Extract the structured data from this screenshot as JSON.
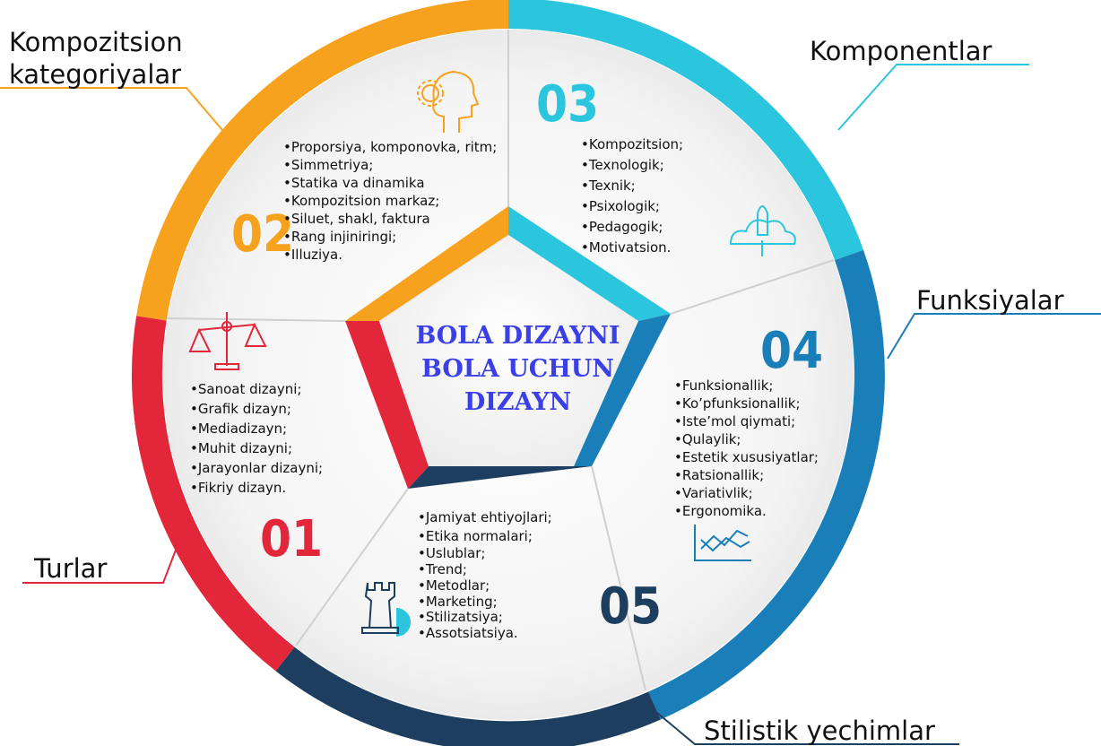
{
  "center": {
    "line1": "BOLA DIZAYNI",
    "line2": "BOLA UCHUN",
    "line3": "DIZAYN"
  },
  "external_labels": {
    "kompozitsion_line1": "Kompozitsion",
    "kompozitsion_line2": "kategoriyalar",
    "komponentlar": "Komponentlar",
    "funksiyalar": "Funksiyalar",
    "turlar": "Turlar",
    "stilistik": "Stilistik yechimlar"
  },
  "sections": {
    "s01": {
      "number": "01",
      "color": "#e2273a",
      "icon": "scales-icon",
      "items": [
        "Sanoat dizayni;",
        "Grafik dizayn;",
        "Mediadizayn;",
        "Muhit dizayni;",
        "Jarayonlar dizayni;",
        "Fikriy dizayn."
      ]
    },
    "s02": {
      "number": "02",
      "color": "#f6a21e",
      "icon": "head-gear-icon",
      "items": [
        "Proporsiya, komponovka, ritm;",
        "Simmetriya;",
        "Statika va dinamika",
        "Kompozitsion markaz;",
        "Siluet, shakl, faktura",
        "Rang injiniringi;",
        "Illuziya."
      ]
    },
    "s03": {
      "number": "03",
      "color": "#2cc5de",
      "icon": "rocket-cloud-icon",
      "items": [
        "Kompozitsion;",
        "Texnologik;",
        "Texnik;",
        "Psixologik;",
        "Pedagogik;",
        "Motivatsion."
      ]
    },
    "s04": {
      "number": "04",
      "color": "#1a7fb8",
      "icon": "chart-growth-icon",
      "items": [
        "Funksionallik;",
        "Ko’pfunksionallik;",
        "Iste’mol qiymati;",
        "Qulaylik;",
        "Estetik xususiyatlar;",
        "Ratsionallik;",
        "Variativlik;",
        "Ergonomika."
      ]
    },
    "s05": {
      "number": "05",
      "color": "#1d3e5e",
      "icon": "chess-rook-pie-icon",
      "items": [
        "Jamiyat ehtiyojlari;",
        "Etika normalari;",
        "Uslublar;",
        "Trend;",
        "Metodlar;",
        "Marketing;",
        "Stilizatsiya;",
        "Assotsiatsiya."
      ]
    }
  }
}
